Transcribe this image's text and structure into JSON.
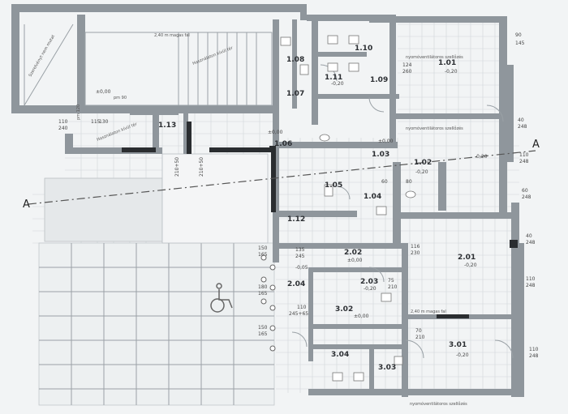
{
  "section_labels": {
    "left": "A",
    "right": "A"
  },
  "rooms": [
    {
      "id": "r108",
      "text": "1.08"
    },
    {
      "id": "r107",
      "text": "1.07"
    },
    {
      "id": "r111",
      "text": "1.11"
    },
    {
      "id": "r110",
      "text": "1.10"
    },
    {
      "id": "r109",
      "text": "1.09"
    },
    {
      "id": "r101",
      "text": "1.01"
    },
    {
      "id": "r113",
      "text": "1.13"
    },
    {
      "id": "r106",
      "text": "1.06"
    },
    {
      "id": "r103",
      "text": "1.03"
    },
    {
      "id": "r102",
      "text": "1.02"
    },
    {
      "id": "r105",
      "text": "1.05"
    },
    {
      "id": "r104",
      "text": "1.04"
    },
    {
      "id": "r112",
      "text": "1.12"
    },
    {
      "id": "r202",
      "text": "2.02"
    },
    {
      "id": "r201",
      "text": "2.01"
    },
    {
      "id": "r204",
      "text": "2.04"
    },
    {
      "id": "r203",
      "text": "2.03"
    },
    {
      "id": "r302",
      "text": "3.02"
    },
    {
      "id": "r304",
      "text": "3.04"
    },
    {
      "id": "r303",
      "text": "3.03"
    },
    {
      "id": "r301",
      "text": "3.01"
    }
  ],
  "levels": [
    {
      "id": "l1",
      "text": "±0,00"
    },
    {
      "id": "l2",
      "text": "-0,20"
    },
    {
      "id": "l3",
      "text": "-0,20"
    },
    {
      "id": "l4",
      "text": "-0,20"
    },
    {
      "id": "l5",
      "text": "-0,20"
    },
    {
      "id": "l6",
      "text": "±0,00"
    },
    {
      "id": "l7",
      "text": "±0,00"
    },
    {
      "id": "l8",
      "text": "±0,00"
    },
    {
      "id": "l9",
      "text": "-0,20"
    },
    {
      "id": "l10",
      "text": "-0,20"
    },
    {
      "id": "l11",
      "text": "-0,20"
    },
    {
      "id": "l12",
      "text": "±0,00"
    },
    {
      "id": "l13",
      "text": "-0,05"
    }
  ],
  "notes": [
    {
      "id": "n1",
      "text": "Szerelvényt nem mutat"
    },
    {
      "id": "n2",
      "text": "2,40 m magas fal"
    },
    {
      "id": "n3",
      "text": "Használaton kívül tér"
    },
    {
      "id": "n4",
      "text": "Használaton kívül tér"
    },
    {
      "id": "n5",
      "text": "nyomóventilátoros szellőzés"
    },
    {
      "id": "n6",
      "text": "nyomóventilátoros szellőzés"
    },
    {
      "id": "n7",
      "text": "2,40 m magas fal"
    },
    {
      "id": "n8",
      "text": "nyomóventilátoros szellőzés"
    },
    {
      "id": "n9",
      "text": "pm 90"
    },
    {
      "id": "n10",
      "text": "pm 120"
    }
  ],
  "dimensions": [
    {
      "id": "d1",
      "text": "110"
    },
    {
      "id": "d2",
      "text": "240"
    },
    {
      "id": "d3",
      "text": "115"
    },
    {
      "id": "d4",
      "text": "130"
    },
    {
      "id": "d5",
      "text": "90"
    },
    {
      "id": "d6",
      "text": "145"
    },
    {
      "id": "d7",
      "text": "40"
    },
    {
      "id": "d8",
      "text": "248"
    },
    {
      "id": "d9",
      "text": "110"
    },
    {
      "id": "d10",
      "text": "248"
    },
    {
      "id": "d11",
      "text": "60"
    },
    {
      "id": "d12",
      "text": "248"
    },
    {
      "id": "d13",
      "text": "40"
    },
    {
      "id": "d14",
      "text": "248"
    },
    {
      "id": "d15",
      "text": "110"
    },
    {
      "id": "d16",
      "text": "248"
    },
    {
      "id": "d17",
      "text": "110"
    },
    {
      "id": "d18",
      "text": "248"
    },
    {
      "id": "d19",
      "text": "150"
    },
    {
      "id": "d20",
      "text": "165"
    },
    {
      "id": "d21",
      "text": "180"
    },
    {
      "id": "d22",
      "text": "165"
    },
    {
      "id": "d23",
      "text": "150"
    },
    {
      "id": "d24",
      "text": "165"
    },
    {
      "id": "d25",
      "text": "124"
    },
    {
      "id": "d26",
      "text": "260"
    },
    {
      "id": "d27",
      "text": "245"
    },
    {
      "id": "d28",
      "text": "135"
    },
    {
      "id": "d29",
      "text": "75"
    },
    {
      "id": "d30",
      "text": "210"
    },
    {
      "id": "d31",
      "text": "110"
    },
    {
      "id": "d32",
      "text": "245+65"
    },
    {
      "id": "d33",
      "text": "70"
    },
    {
      "id": "d34",
      "text": "210"
    },
    {
      "id": "d35",
      "text": "116"
    },
    {
      "id": "d36",
      "text": "230"
    },
    {
      "id": "d37",
      "text": "60"
    },
    {
      "id": "d38",
      "text": "80"
    },
    {
      "id": "d39",
      "text": "210+50"
    },
    {
      "id": "d40",
      "text": "210+50"
    }
  ]
}
